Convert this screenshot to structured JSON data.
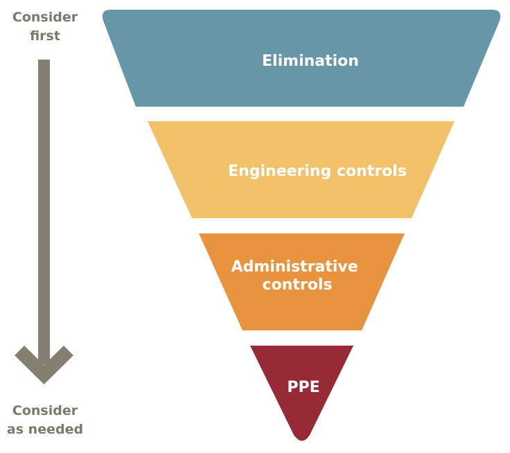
{
  "axis": {
    "top_label": [
      "Consider",
      "first"
    ],
    "bottom_label": [
      "Consider",
      "as needed"
    ],
    "arrow_color": "#857f71"
  },
  "layers": [
    {
      "id": "elimination",
      "label": [
        "Elimination"
      ],
      "color": "#6796a9"
    },
    {
      "id": "engineering-controls",
      "label": [
        "Engineering controls"
      ],
      "color": "#f2c26a"
    },
    {
      "id": "administrative-controls",
      "label": [
        "Administrative",
        "controls"
      ],
      "color": "#e8943f"
    },
    {
      "id": "ppe",
      "label": [
        "PPE"
      ],
      "color": "#962a37"
    }
  ]
}
